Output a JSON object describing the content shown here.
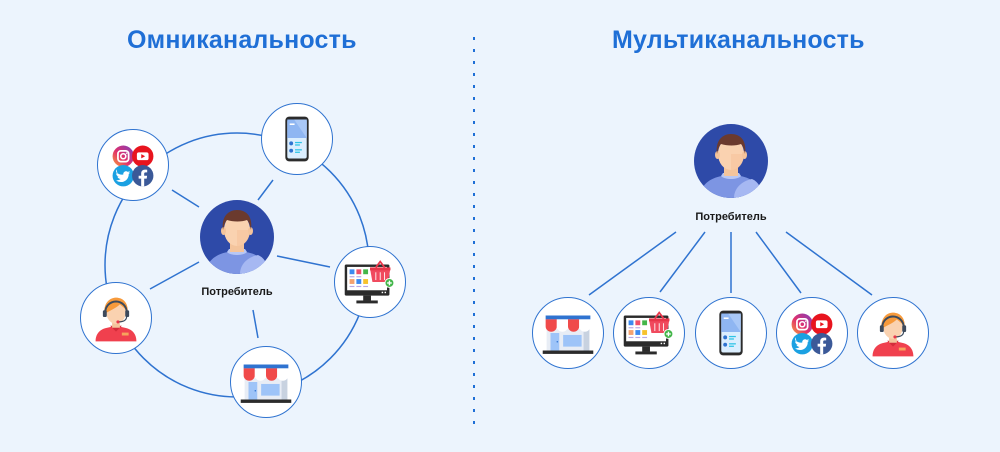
{
  "left": {
    "title": "Омниканальность",
    "center_label": "Потребитель",
    "channels": [
      {
        "id": "social",
        "icon": "social-media-icons"
      },
      {
        "id": "mobile",
        "icon": "smartphone-app-icon"
      },
      {
        "id": "online-shop",
        "icon": "online-shop-monitor-icon"
      },
      {
        "id": "call-center",
        "icon": "call-center-operator-icon"
      },
      {
        "id": "store",
        "icon": "retail-store-icon"
      }
    ]
  },
  "right": {
    "title": "Мультиканальность",
    "center_label": "Потребитель",
    "channels": [
      {
        "id": "store",
        "icon": "retail-store-icon"
      },
      {
        "id": "online-shop",
        "icon": "online-shop-monitor-icon"
      },
      {
        "id": "mobile",
        "icon": "smartphone-app-icon"
      },
      {
        "id": "social",
        "icon": "social-media-icons"
      },
      {
        "id": "call-center",
        "icon": "call-center-operator-icon"
      }
    ]
  },
  "colors": {
    "background": "#ecf4fd",
    "accent": "#1f6fd6",
    "line": "#2f73d0",
    "avatar_bg": "#2e4aa8"
  }
}
